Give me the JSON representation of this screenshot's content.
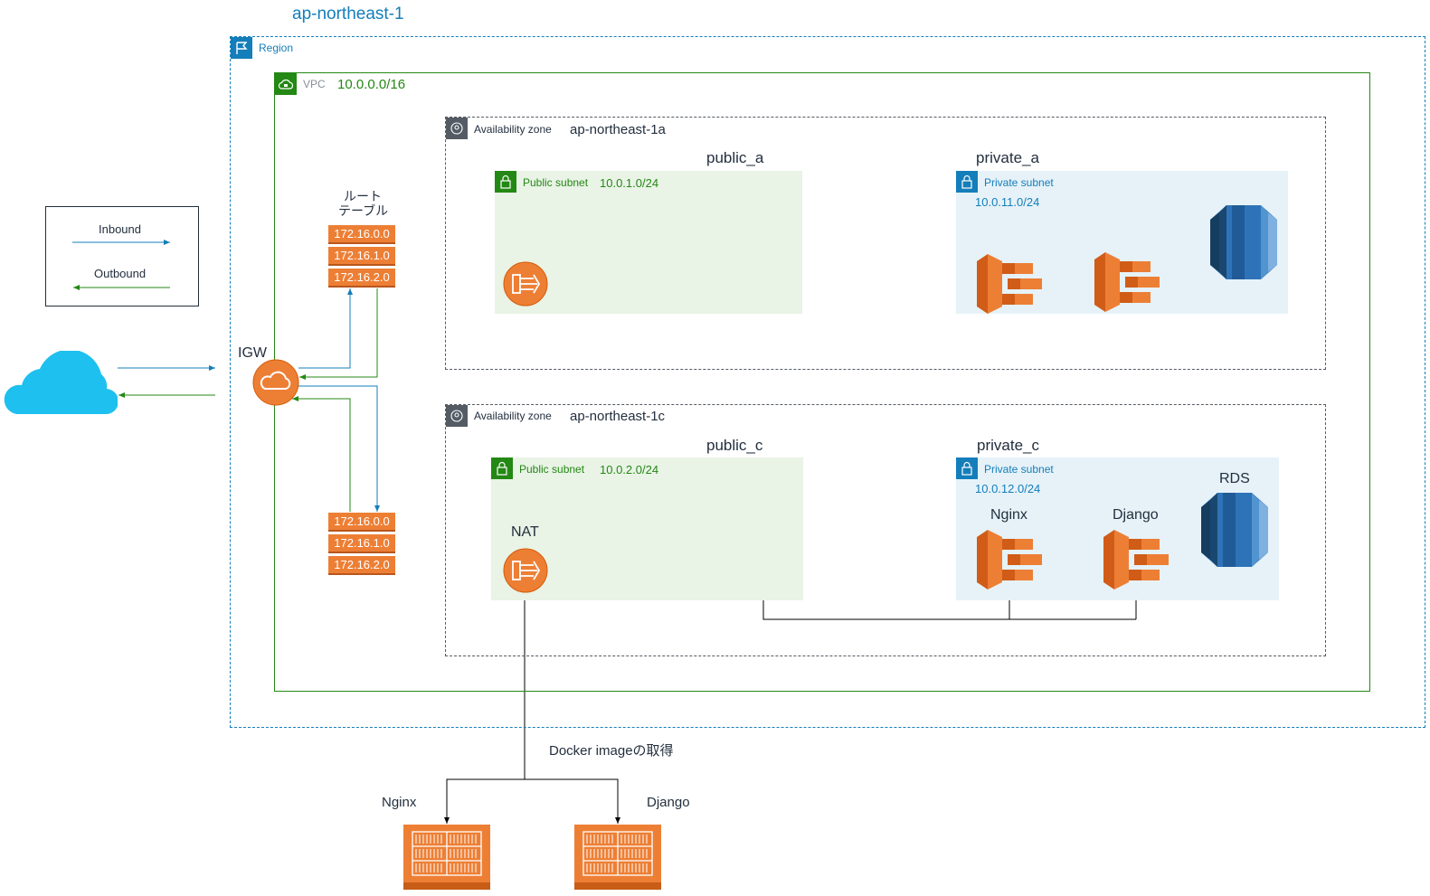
{
  "region": {
    "name": "ap-northeast-1",
    "label": "Region"
  },
  "vpc": {
    "label": "VPC",
    "cidr": "10.0.0.0/16"
  },
  "az_a": {
    "label": "Availability zone",
    "name": "ap-northeast-1a"
  },
  "az_c": {
    "label": "Availability zone",
    "name": "ap-northeast-1c"
  },
  "subnets": {
    "public_a": {
      "title": "public_a",
      "type": "Public subnet",
      "cidr": "10.0.1.0/24"
    },
    "private_a": {
      "title": "private_a",
      "type": "Private subnet",
      "cidr": "10.0.11.0/24"
    },
    "public_c": {
      "title": "public_c",
      "type": "Public subnet",
      "cidr": "10.0.2.0/24"
    },
    "private_c": {
      "title": "private_c",
      "type": "Private subnet",
      "cidr": "10.0.12.0/24"
    }
  },
  "route_table": {
    "label_line1": "ルート",
    "label_line2": "テーブル",
    "rows": [
      "172.16.0.0",
      "172.16.1.0",
      "172.16.2.0"
    ]
  },
  "route_table_2": {
    "rows": [
      "172.16.0.0",
      "172.16.1.0",
      "172.16.2.0"
    ]
  },
  "legend": {
    "inbound": "Inbound",
    "outbound": "Outbound"
  },
  "labels": {
    "igw": "IGW",
    "nat": "NAT",
    "rds": "RDS",
    "nginx": "Nginx",
    "django": "Django",
    "docker": "Docker imageの取得",
    "registry_nginx": "Nginx",
    "registry_django": "Django"
  },
  "colors": {
    "region": "#147eba",
    "vpc": "#248814",
    "az": "#545b64",
    "inbound": "#147eba",
    "outbound": "#248814",
    "orange": "#ed7f35",
    "rds": "#2e73b8",
    "cloud": "#1ec0ef"
  },
  "icons": [
    "flag-icon",
    "vpc-cloud-lock-icon",
    "az-pin-icon",
    "lock-icon",
    "internet-gateway-icon",
    "nat-gateway-icon",
    "ecs-icon",
    "rds-icon",
    "container-registry-icon",
    "internet-cloud-icon"
  ]
}
